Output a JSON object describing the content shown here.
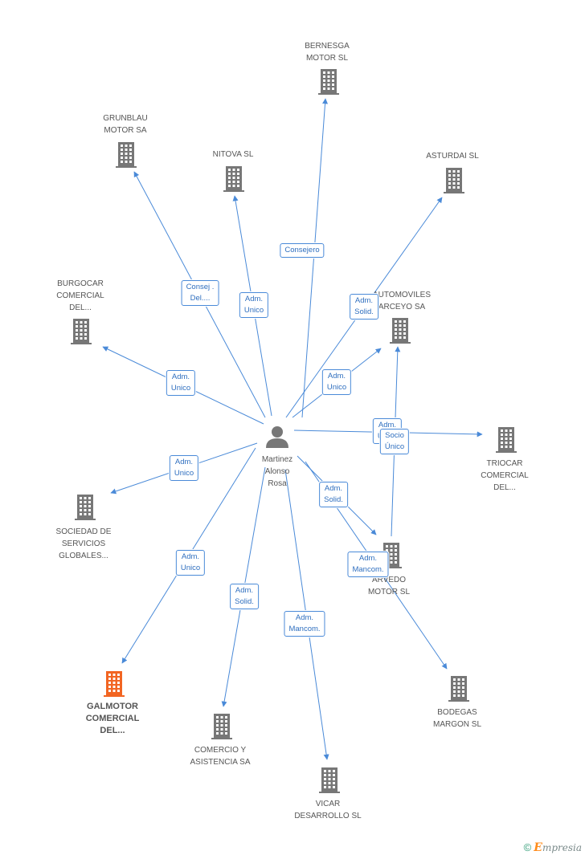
{
  "center": {
    "lines": [
      "Martinez",
      "Alonso",
      "Rosa"
    ]
  },
  "companies": [
    {
      "id": "bernesga",
      "lines": [
        "BERNESGA",
        "MOTOR  SL"
      ]
    },
    {
      "id": "grunblau",
      "lines": [
        "GRUNBLAU",
        "MOTOR SA"
      ]
    },
    {
      "id": "nitova",
      "lines": [
        "NITOVA SL"
      ]
    },
    {
      "id": "asturdai",
      "lines": [
        "ASTURDAI SL"
      ]
    },
    {
      "id": "burgocar",
      "lines": [
        "BURGOCAR",
        "COMERCIAL",
        "DEL..."
      ]
    },
    {
      "id": "automoviles",
      "lines": [
        "AUTOMOVILES",
        "ARCEYO SA"
      ]
    },
    {
      "id": "triocar",
      "lines": [
        "TRIOCAR",
        "COMERCIAL",
        "DEL..."
      ]
    },
    {
      "id": "sociedad",
      "lines": [
        "SOCIEDAD DE",
        "SERVICIOS",
        "GLOBALES..."
      ]
    },
    {
      "id": "arvedo",
      "lines": [
        "ARVEDO",
        "MOTOR  SL"
      ]
    },
    {
      "id": "galmotor",
      "lines": [
        "GALMOTOR",
        "COMERCIAL",
        "DEL..."
      ],
      "highlight": true
    },
    {
      "id": "comercio",
      "lines": [
        "COMERCIO Y",
        "ASISTENCIA SA"
      ]
    },
    {
      "id": "vicar",
      "lines": [
        "VICAR",
        "DESARROLLO SL"
      ]
    },
    {
      "id": "bodegas",
      "lines": [
        "BODEGAS",
        "MARGON SL"
      ]
    }
  ],
  "relations": [
    {
      "id": "r-bernesga",
      "lines": [
        "Consejero"
      ]
    },
    {
      "id": "r-grunblau",
      "lines": [
        "Consej .",
        "Del...."
      ]
    },
    {
      "id": "r-nitova",
      "lines": [
        "Adm.",
        "Unico"
      ]
    },
    {
      "id": "r-asturdai",
      "lines": [
        "Adm.",
        "Solid."
      ]
    },
    {
      "id": "r-burgocar",
      "lines": [
        "Adm.",
        "Unico"
      ]
    },
    {
      "id": "r-automoviles",
      "lines": [
        "Adm.",
        "Unico"
      ]
    },
    {
      "id": "r-triocar",
      "lines": [
        "Adm.",
        "Unico"
      ]
    },
    {
      "id": "r-arvedo-socio",
      "lines": [
        "Socio",
        "Único"
      ]
    },
    {
      "id": "r-sociedad",
      "lines": [
        "Adm.",
        "Unico"
      ]
    },
    {
      "id": "r-arvedo-solid",
      "lines": [
        "Adm.",
        "Solid."
      ]
    },
    {
      "id": "r-galmotor",
      "lines": [
        "Adm.",
        "Unico"
      ]
    },
    {
      "id": "r-bodegas",
      "lines": [
        "Adm.",
        "Mancom."
      ]
    },
    {
      "id": "r-comercio",
      "lines": [
        "Adm.",
        "Solid."
      ]
    },
    {
      "id": "r-vicar",
      "lines": [
        "Adm.",
        "Mancom."
      ]
    }
  ],
  "colors": {
    "edge": "#4a8ad8",
    "building": "#777777",
    "highlight": "#f26522",
    "person": "#777777"
  },
  "footer": {
    "copyright": "©",
    "brand_initial": "E",
    "brand_rest": "mpresia"
  }
}
